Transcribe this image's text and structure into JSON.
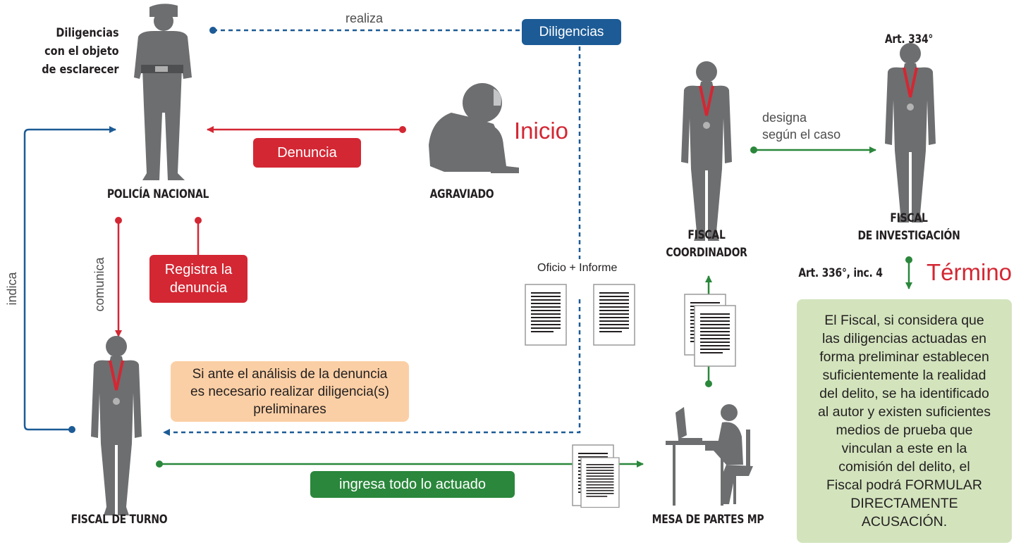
{
  "labels": {
    "policia_caption": "Diligencias\ncon el objeto\nde esclarecer",
    "policia": "POLICÍA NACIONAL",
    "agraviado": "AGRAVIADO",
    "fiscal_turno": "FISCAL DE TURNO",
    "mesa_partes": "MESA DE PARTES MP",
    "fiscal_coordinador": "FISCAL\nCOORDINADOR",
    "fiscal_investigacion": "FISCAL\nDE INVESTIGACIÓN",
    "art_334": "Art. 334°",
    "art_336": "Art. 336°, inc. 4"
  },
  "arrows": {
    "realiza": "realiza",
    "designa": "designa\nsegún el caso",
    "comunica": "comunica",
    "indica": "indica",
    "oficio": "Oficio + Informe"
  },
  "boxes": {
    "diligencias": "Diligencias",
    "denuncia": "Denuncia",
    "registra": "Registra la\ndenuncia",
    "ingresa": "ingresa todo lo actuado",
    "condicion": "Si ante el análisis de la denuncia\nes necesario realizar diligencia(s)\npreliminares",
    "resultado": "El Fiscal, si considera que\nlas diligencias actuadas en\nforma preliminar establecen\nsuficientemente la realidad\ndel delito, se ha identificado\nal autor y existen suficientes\nmedios de prueba que\nvinculan a este en la\ncomisión del delito, el\nFiscal podrá FORMULAR\nDIRECTAMENTE\nACUSACIÓN."
  },
  "stages": {
    "inicio": "Inicio",
    "termino": "Término"
  },
  "colors": {
    "red": "#d32733",
    "blue": "#1c5b96",
    "green": "#2a873b",
    "figure": "#6d6e70"
  }
}
